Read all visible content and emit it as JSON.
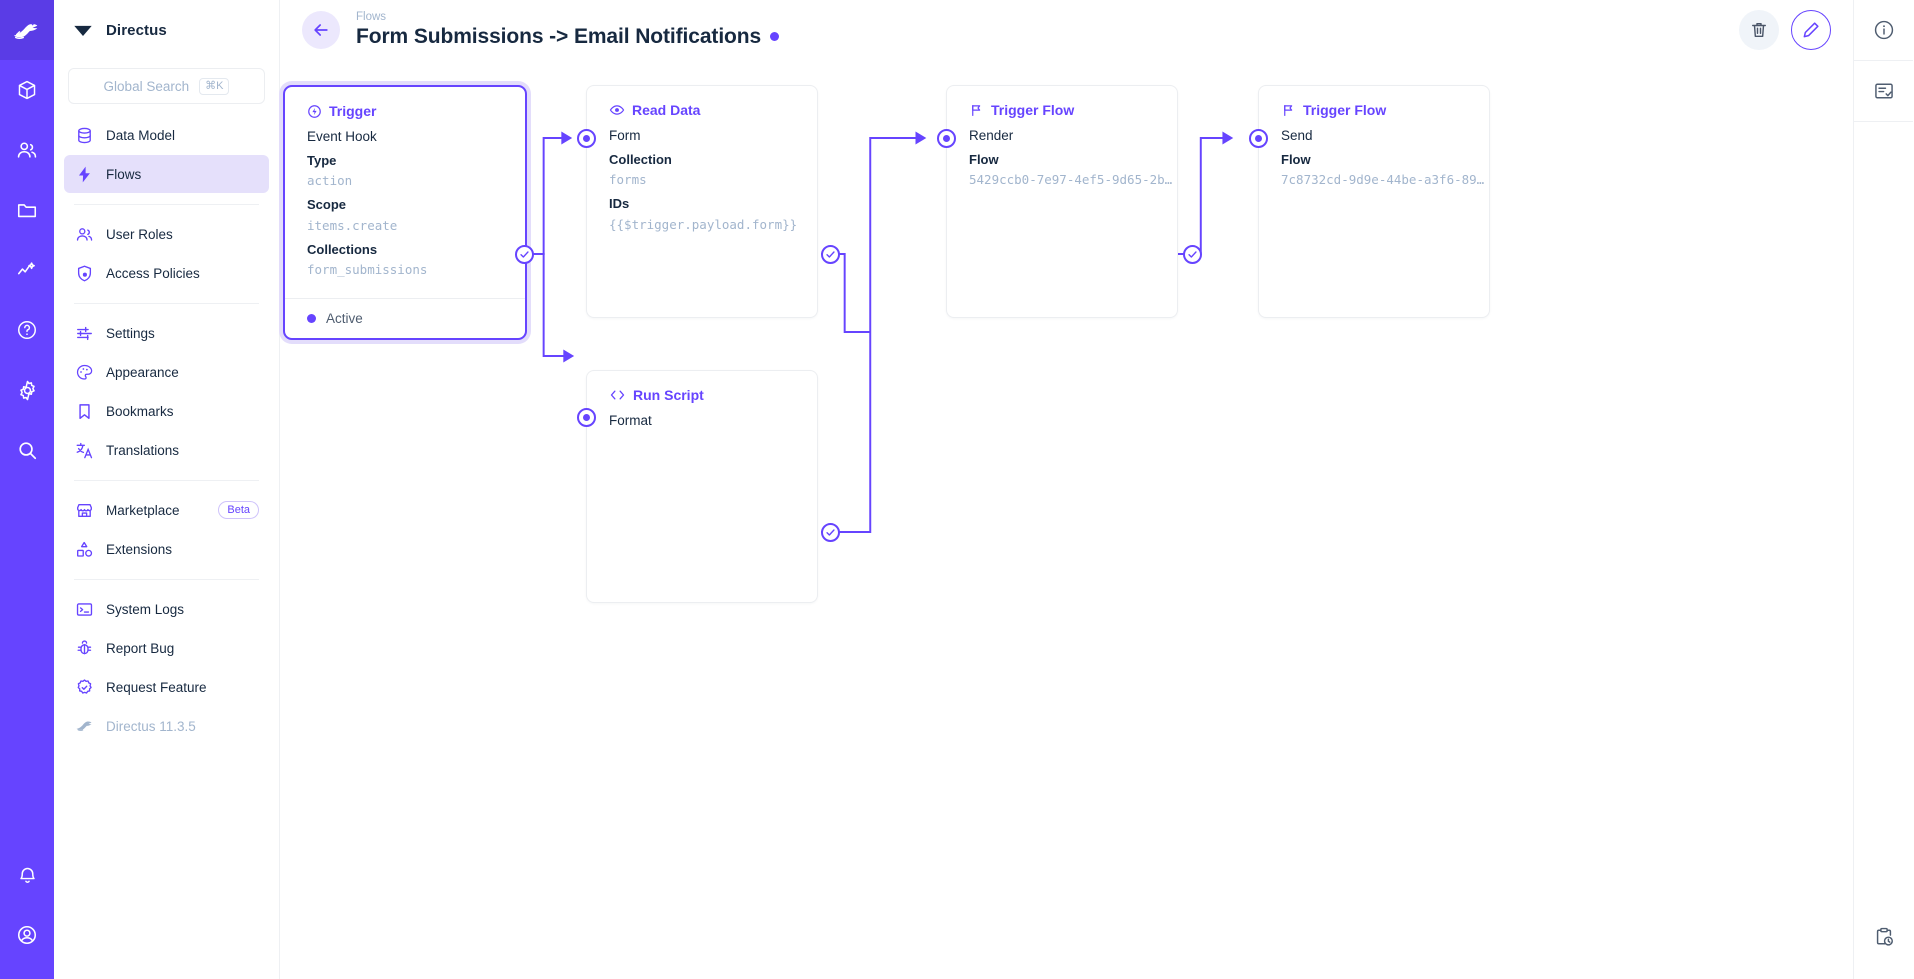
{
  "module_bar": {
    "items": [
      {
        "name": "directus-logo-icon",
        "label": "Directus"
      },
      {
        "name": "box-icon",
        "label": "Content"
      },
      {
        "name": "users-icon",
        "label": "User Directory"
      },
      {
        "name": "folder-icon",
        "label": "File Library"
      },
      {
        "name": "insights-icon",
        "label": "Insights"
      },
      {
        "name": "help-icon",
        "label": "Help"
      },
      {
        "name": "gear-icon",
        "label": "Settings"
      },
      {
        "name": "search-icon",
        "label": "Search"
      }
    ],
    "bottom": [
      {
        "name": "bell-icon",
        "label": "Notifications"
      },
      {
        "name": "account-icon",
        "label": "Account"
      }
    ]
  },
  "sidebar": {
    "brand": "Directus",
    "search": {
      "placeholder": "Global Search",
      "shortcut": "⌘K"
    },
    "groups": [
      {
        "items": [
          {
            "label": "Data Model",
            "icon": "database-icon",
            "selected": false
          },
          {
            "label": "Flows",
            "icon": "bolt-icon",
            "selected": true
          }
        ]
      },
      {
        "items": [
          {
            "label": "User Roles",
            "icon": "users-icon",
            "selected": false
          },
          {
            "label": "Access Policies",
            "icon": "shield-lock-icon",
            "selected": false
          }
        ]
      },
      {
        "items": [
          {
            "label": "Settings",
            "icon": "sliders-icon",
            "selected": false
          },
          {
            "label": "Appearance",
            "icon": "palette-icon",
            "selected": false
          },
          {
            "label": "Bookmarks",
            "icon": "bookmark-icon",
            "selected": false
          },
          {
            "label": "Translations",
            "icon": "translate-icon",
            "selected": false
          }
        ]
      },
      {
        "items": [
          {
            "label": "Marketplace",
            "icon": "storefront-icon",
            "selected": false,
            "badge": "Beta"
          },
          {
            "label": "Extensions",
            "icon": "extensions-icon",
            "selected": false
          }
        ]
      },
      {
        "items": [
          {
            "label": "System Logs",
            "icon": "terminal-icon",
            "selected": false
          },
          {
            "label": "Report Bug",
            "icon": "bug-icon",
            "selected": false
          },
          {
            "label": "Request Feature",
            "icon": "badge-check-icon",
            "selected": false
          },
          {
            "label": "Directus 11.3.5",
            "icon": "directus-rabbit-icon",
            "selected": false,
            "muted": true
          }
        ]
      }
    ]
  },
  "header": {
    "breadcrumb": "Flows",
    "title": "Form Submissions -> Email Notifications",
    "status_dot_color": "#6644ff",
    "actions": [
      {
        "name": "delete-flow-button",
        "icon": "trash-icon"
      },
      {
        "name": "edit-flow-button",
        "icon": "pencil-icon"
      }
    ]
  },
  "right_rail": {
    "items": [
      {
        "name": "info-icon",
        "label": "Info"
      },
      {
        "name": "logs-icon",
        "label": "Logs"
      }
    ],
    "bottom": [
      {
        "name": "clipboard-clock-icon",
        "label": "Activity"
      }
    ]
  },
  "flow": {
    "accent": "#6644ff",
    "nodes": [
      {
        "id": "trigger",
        "type": "trigger",
        "icon": "trigger-icon",
        "title": "Trigger",
        "subtitle": "Event Hook",
        "fields": [
          {
            "key": "Type",
            "value": "action"
          },
          {
            "key": "Scope",
            "value": "items.create"
          },
          {
            "key": "Collections",
            "value": "form_submissions"
          }
        ],
        "status": "Active"
      },
      {
        "id": "read-data",
        "type": "operation",
        "icon": "eye-icon",
        "title": "Read Data",
        "subtitle": "Form",
        "fields": [
          {
            "key": "Collection",
            "value": "forms"
          },
          {
            "key": "IDs",
            "value": "{{$trigger.payload.form}}"
          }
        ]
      },
      {
        "id": "run-script",
        "type": "operation",
        "icon": "code-icon",
        "title": "Run Script",
        "subtitle": "Format",
        "fields": []
      },
      {
        "id": "trigger-flow-render",
        "type": "operation",
        "icon": "flag-icon",
        "title": "Trigger Flow",
        "subtitle": "Render",
        "fields": [
          {
            "key": "Flow",
            "value": "5429ccb0-7e97-4ef5-9d65-2b…"
          }
        ]
      },
      {
        "id": "trigger-flow-send",
        "type": "operation",
        "icon": "flag-icon",
        "title": "Trigger Flow",
        "subtitle": "Send",
        "fields": [
          {
            "key": "Flow",
            "value": "7c8732cd-9d9e-44be-a3f6-89…"
          }
        ]
      }
    ]
  }
}
